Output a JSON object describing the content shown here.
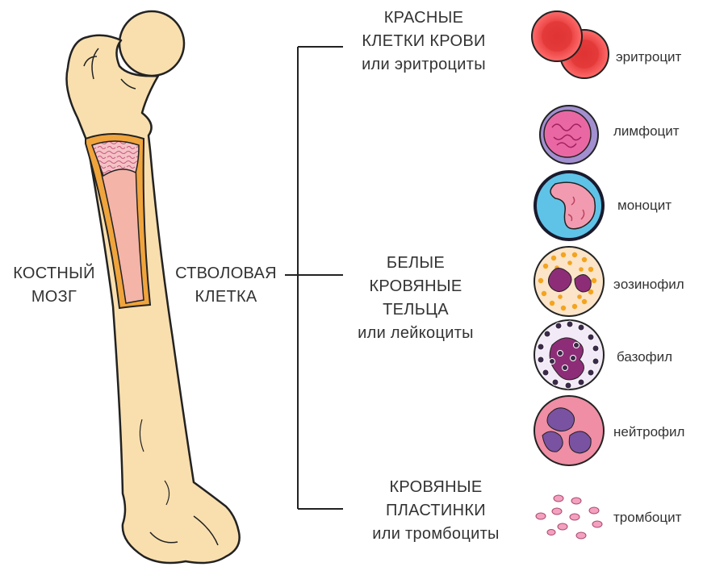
{
  "labels": {
    "bone_marrow": [
      "КОСТНЫЙ",
      "МОЗГ"
    ],
    "stem_cell": [
      "СТВОЛОВАЯ",
      "КЛЕТКА"
    ],
    "red_cells": [
      "КРАСНЫЕ",
      "КЛЕТКИ КРОВИ",
      "или эритроциты"
    ],
    "white_cells": [
      "БЕЛЫЕ",
      "КРОВЯНЫЕ",
      "ТЕЛЬЦА",
      "или лейкоциты"
    ],
    "platelets": [
      "КРОВЯНЫЕ",
      "ПЛАСТИНКИ",
      "или тромбоциты"
    ]
  },
  "cells": {
    "erythrocyte": "эритроцит",
    "lymphocyte": "лимфоцит",
    "monocyte": "моноцит",
    "eosinophil": "эозинофил",
    "basophil": "базофил",
    "neutrophil": "нейтрофил",
    "thrombocyte": "тромбоцит"
  },
  "colors": {
    "bone": "#f9dfae",
    "outline": "#222222",
    "cortex": "#f0a43c",
    "marrow": "#f4b4a8",
    "spongy": "#e7899a",
    "erythrocyte": "#e83a3a",
    "eosinophil_granule": "#f3a41e",
    "basophil_granule": "#3a2a48",
    "nucleus": "#8e2d77",
    "neutrophil_cytoplasm": "#ef8ea4",
    "neutrophil_nucleus": "#7a52a2",
    "monocyte_border": "#1a5fa3",
    "monocyte_cytoplasm": "#5fc3e8"
  }
}
